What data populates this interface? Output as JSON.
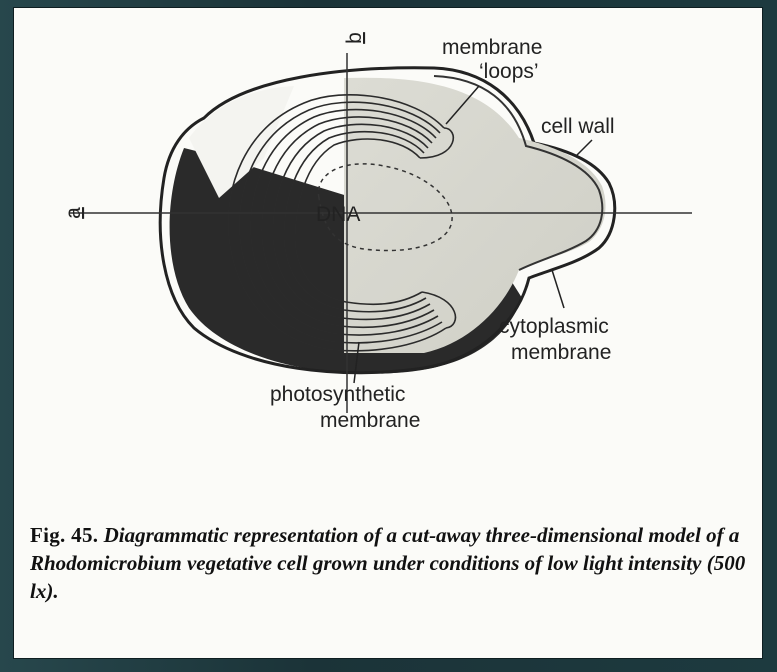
{
  "labels": {
    "axis_a": "a",
    "axis_b": "b",
    "dna": "DNA",
    "membrane_loops_line1": "membrane",
    "membrane_loops_line2": "‘loops’",
    "cell_wall": "cell wall",
    "cytoplasmic_line1": "cytoplasmic",
    "cytoplasmic_line2": "membrane",
    "photosynthetic_line1": "photosynthetic",
    "photosynthetic_line2": "membrane"
  },
  "caption": {
    "figure_label": "Fig. 45.",
    "text": "Diagrammatic representation of a cut-away three-dimensional model of a Rhodomicrobium vegetative cell grown under conditions of low light intensity (500 lx)."
  }
}
